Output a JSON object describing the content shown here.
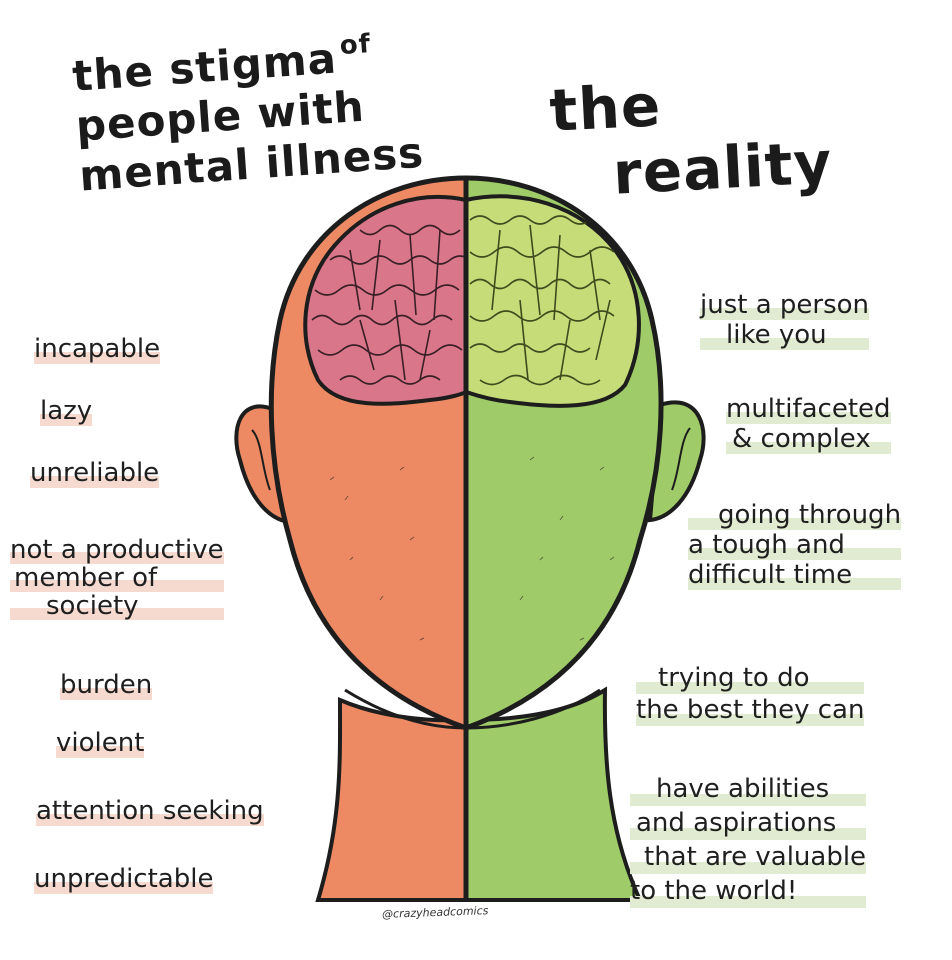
{
  "title_left": {
    "line1": "the stigma",
    "line1_sup": "of",
    "line2": "people with",
    "line3": "mental illness"
  },
  "title_right": {
    "line1": "the",
    "line2": "reality"
  },
  "stigma_labels": [
    "incapable",
    "lazy",
    "unreliable",
    "not a productive",
    "member of",
    "society",
    "burden",
    "violent",
    "attention seeking",
    "unpredictable"
  ],
  "reality_labels": [
    "just a person",
    "like you",
    "multifaceted",
    "& complex",
    "going through",
    "a tough and",
    "difficult time",
    "trying to do",
    "the best they can",
    "have abilities",
    "and aspirations",
    "that are valuable",
    "to the world!"
  ],
  "credit": "@crazyheadcomics",
  "colors": {
    "stigma_face": "#ee8a63",
    "stigma_brain": "#d9768a",
    "reality_face": "#9fcb68",
    "reality_brain": "#c6dc78",
    "outline": "#1d1d1d",
    "stigma_highlight": "#f6d9cf",
    "reality_highlight": "#e1ebd1"
  }
}
